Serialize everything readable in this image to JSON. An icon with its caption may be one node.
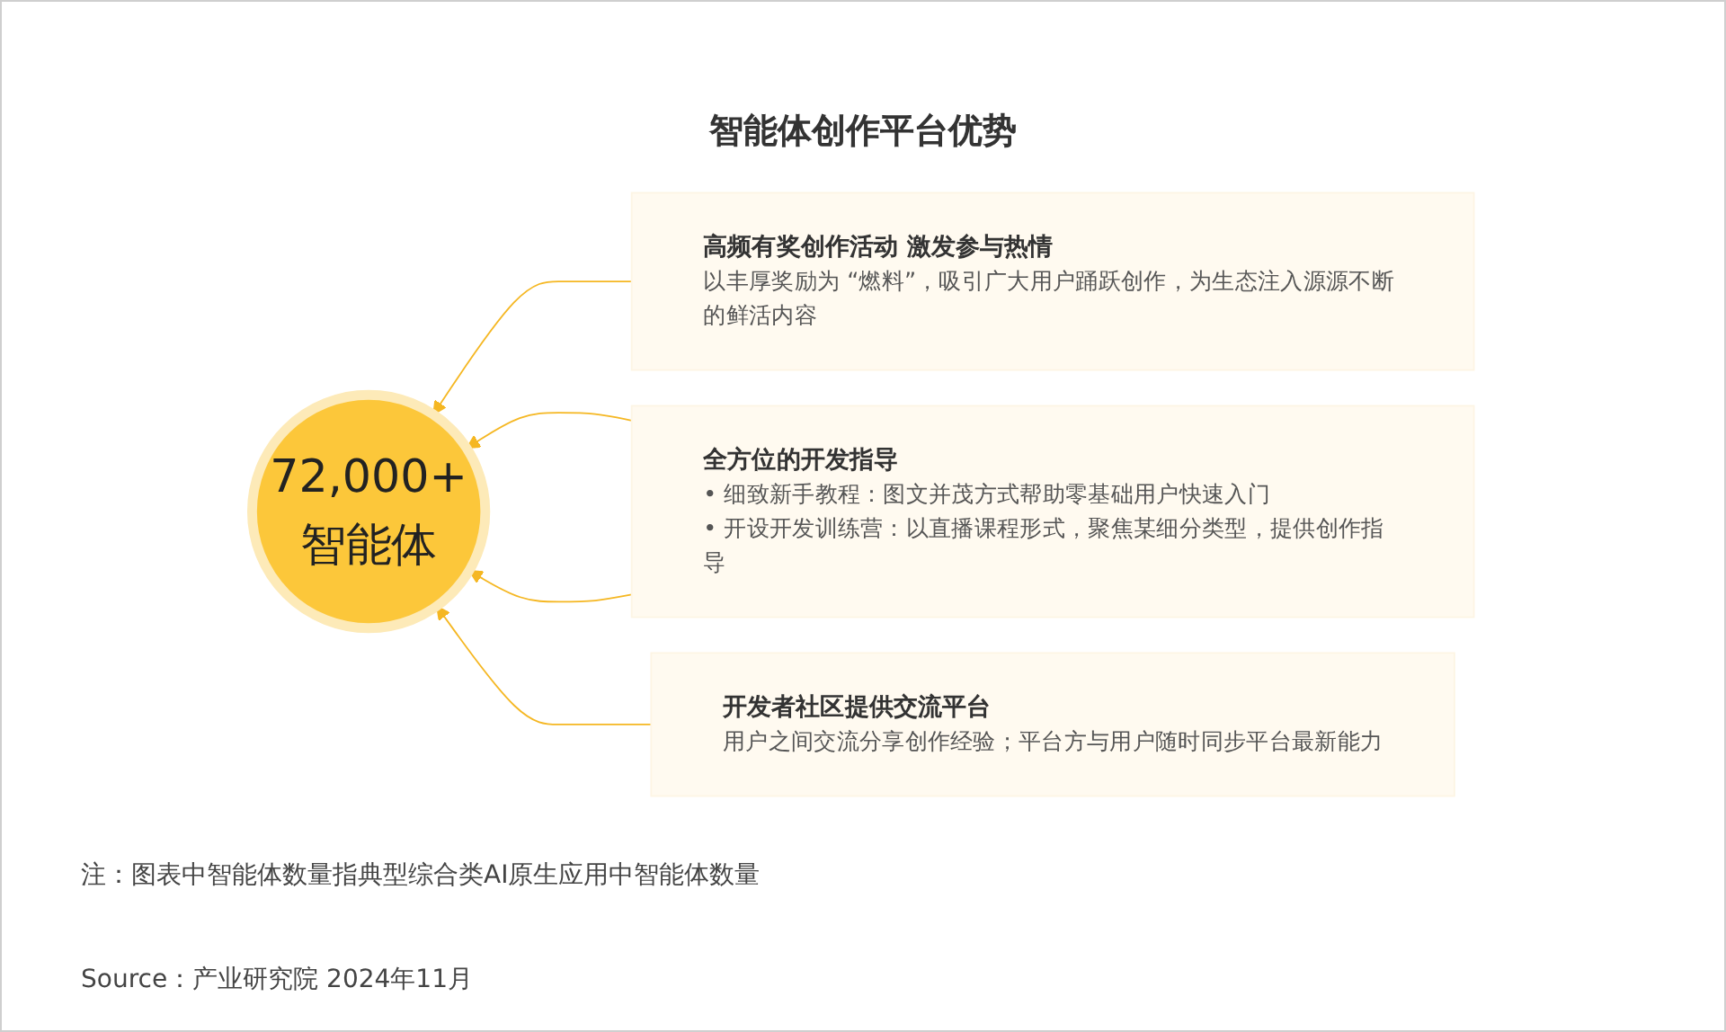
{
  "diagram": {
    "title": "智能体创作平台优势",
    "nodes": [
      {
        "text": [
          "72,000+",
          "智能体"
        ]
      },
      {
        "text": [
          "高频有奖创作活动 激发参与热情",
          "以丰厚奖励为 “燃料”，吸引广大用户踊跃创作，为生态注入源源不断的鲜活内容"
        ]
      },
      {
        "text": [
          "全方位的开发指导",
          "• 细致新手教程：图文并茂方式帮助零基础用户快速入门",
          "• 开设开发训练营：以直播课程形式，聚焦某细分类型，提供创作指导"
        ]
      },
      {
        "text": [
          "开发者社区提供交流平台",
          "用户之间交流分享创作经验；平台方与用户随时同步平台最新能力"
        ]
      }
    ],
    "edges": [
      {
        "from": 1,
        "to": 0,
        "arrow": "to"
      },
      {
        "from": 2,
        "to": 0,
        "arrow": "to"
      },
      {
        "from": 2,
        "to": 0,
        "arrow": "to"
      },
      {
        "from": 3,
        "to": 0,
        "arrow": "to"
      }
    ],
    "labels": [
      "注：图表中智能体数量指典型综合类AI原生应用中智能体数量",
      "Source：产业研究院 2024年11月"
    ]
  }
}
